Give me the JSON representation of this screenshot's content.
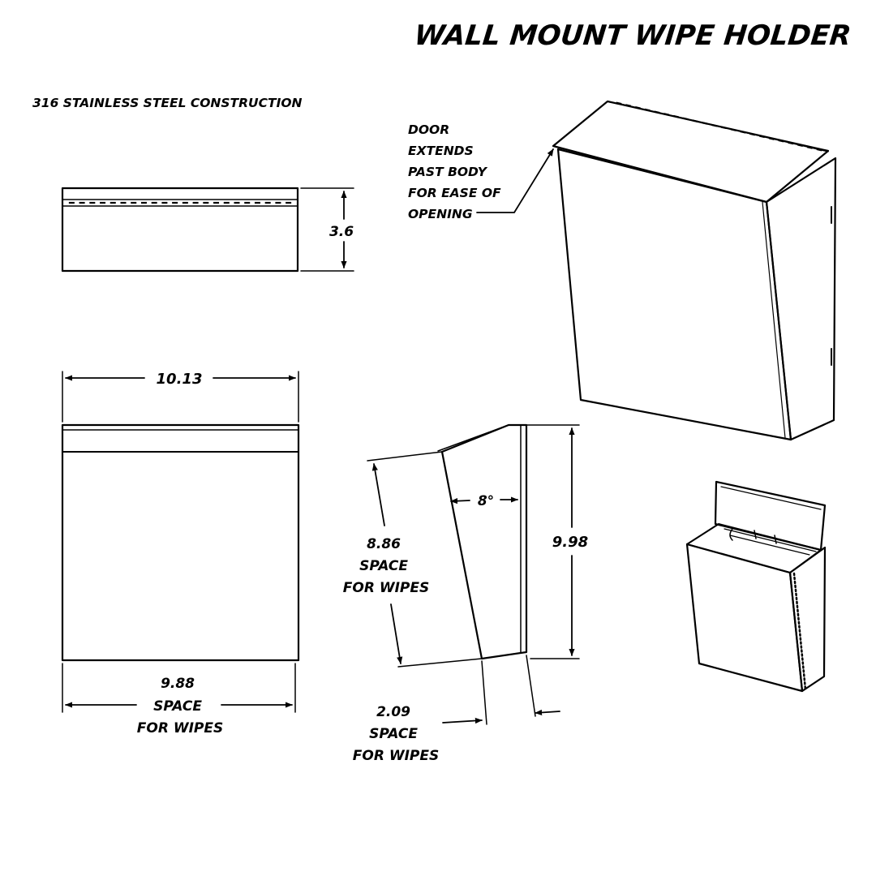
{
  "drawing": {
    "title": "WALL MOUNT WIPE HOLDER",
    "material_note": "316 STAINLESS STEEL CONSTRUCTION",
    "door_callout": [
      "DOOR",
      "EXTENDS",
      "PAST BODY",
      "FOR EASE OF",
      "OPENING"
    ],
    "dimensions": {
      "top_view_depth": "3.6",
      "front_width": "10.13",
      "front_space_width": [
        "9.88",
        "SPACE",
        "FOR WIPES"
      ],
      "side_angle": "8°",
      "side_height": "9.98",
      "side_space_height": [
        "8.86",
        "SPACE",
        "FOR WIPES"
      ],
      "side_bottom_space": [
        "2.09",
        "SPACE",
        "FOR WIPES"
      ]
    }
  },
  "colors": {
    "ink": "#000000",
    "paper": "#ffffff"
  }
}
